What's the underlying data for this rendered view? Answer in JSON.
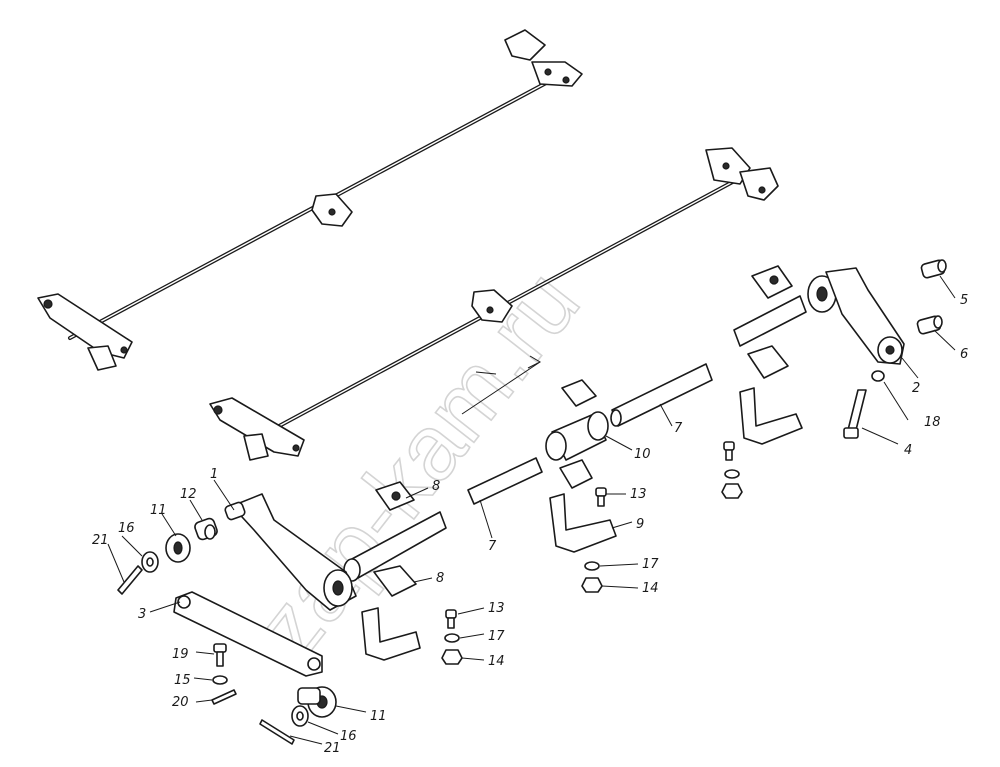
{
  "watermark": "zap-kam.ru",
  "callouts": [
    {
      "id": "c1a",
      "text": "1"
    },
    {
      "id": "c2",
      "text": "2"
    },
    {
      "id": "c3",
      "text": "3"
    },
    {
      "id": "c4",
      "text": "4"
    },
    {
      "id": "c5",
      "text": "5"
    },
    {
      "id": "c6",
      "text": "6"
    },
    {
      "id": "c7a",
      "text": "7"
    },
    {
      "id": "c7b",
      "text": "7"
    },
    {
      "id": "c8a",
      "text": "8"
    },
    {
      "id": "c8b",
      "text": "8"
    },
    {
      "id": "c9",
      "text": "9"
    },
    {
      "id": "c10",
      "text": "10"
    },
    {
      "id": "c11a",
      "text": "11"
    },
    {
      "id": "c11b",
      "text": "11"
    },
    {
      "id": "c12",
      "text": "12"
    },
    {
      "id": "c13a",
      "text": "13"
    },
    {
      "id": "c13b",
      "text": "13"
    },
    {
      "id": "c14a",
      "text": "14"
    },
    {
      "id": "c14b",
      "text": "14"
    },
    {
      "id": "c15",
      "text": "15"
    },
    {
      "id": "c16a",
      "text": "16"
    },
    {
      "id": "c16b",
      "text": "16"
    },
    {
      "id": "c17a",
      "text": "17"
    },
    {
      "id": "c17b",
      "text": "17"
    },
    {
      "id": "c18",
      "text": "18"
    },
    {
      "id": "c19",
      "text": "19"
    },
    {
      "id": "c20",
      "text": "20"
    },
    {
      "id": "c21a",
      "text": "21"
    },
    {
      "id": "c21b",
      "text": "21"
    }
  ]
}
